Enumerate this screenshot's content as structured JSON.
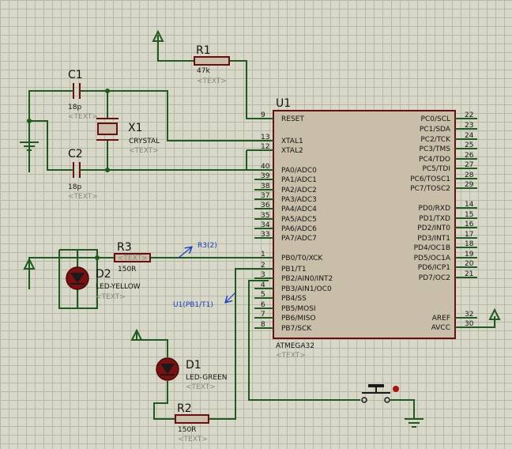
{
  "components": {
    "r1": {
      "ref": "R1",
      "value": "47k",
      "text": "<TEXT>"
    },
    "c1": {
      "ref": "C1",
      "value": "18p",
      "text": "<TEXT>"
    },
    "c2": {
      "ref": "C2",
      "value": "18p",
      "text": "<TEXT>"
    },
    "x1": {
      "ref": "X1",
      "value": "CRYSTAL",
      "text": "<TEXT>"
    },
    "r3": {
      "ref": "R3",
      "value": "150R",
      "text": "<TEXT>"
    },
    "d2": {
      "ref": "D2",
      "value": "LED-YELLOW",
      "text": "<TEXT>"
    },
    "d1": {
      "ref": "D1",
      "value": "LED-GREEN",
      "text": "<TEXT>"
    },
    "r2": {
      "ref": "R2",
      "value": "150R",
      "text": "<TEXT>"
    },
    "u1": {
      "ref": "U1",
      "value": "ATMEGA32",
      "text": "<TEXT>"
    }
  },
  "probes": {
    "r3_probe": "R3(2)",
    "u1_probe": "U1(PB1/T1)"
  },
  "u1_left_pins": [
    {
      "name": "RESET",
      "num": "9"
    },
    {
      "name": "XTAL1",
      "num": "13"
    },
    {
      "name": "XTAL2",
      "num": "12"
    },
    {
      "name": "PA0/ADC0",
      "num": "40"
    },
    {
      "name": "PA1/ADC1",
      "num": "39"
    },
    {
      "name": "PA2/ADC2",
      "num": "38"
    },
    {
      "name": "PA3/ADC3",
      "num": "37"
    },
    {
      "name": "PA4/ADC4",
      "num": "36"
    },
    {
      "name": "PA5/ADC5",
      "num": "35"
    },
    {
      "name": "PA6/ADC6",
      "num": "34"
    },
    {
      "name": "PA7/ADC7",
      "num": "33"
    },
    {
      "name": "PB0/T0/XCK",
      "num": "1"
    },
    {
      "name": "PB1/T1",
      "num": "2"
    },
    {
      "name": "PB2/AIN0/INT2",
      "num": "3"
    },
    {
      "name": "PB3/AIN1/OC0",
      "num": "4"
    },
    {
      "name": "PB4/SS",
      "num": "5"
    },
    {
      "name": "PB5/MOSI",
      "num": "6"
    },
    {
      "name": "PB6/MISO",
      "num": "7"
    },
    {
      "name": "PB7/SCK",
      "num": "8"
    }
  ],
  "u1_right_pins": [
    {
      "name": "PC0/SCL",
      "num": "22"
    },
    {
      "name": "PC1/SDA",
      "num": "23"
    },
    {
      "name": "PC2/TCK",
      "num": "24"
    },
    {
      "name": "PC3/TMS",
      "num": "25"
    },
    {
      "name": "PC4/TDO",
      "num": "26"
    },
    {
      "name": "PC5/TDI",
      "num": "27"
    },
    {
      "name": "PC6/TOSC1",
      "num": "28"
    },
    {
      "name": "PC7/TOSC2",
      "num": "29"
    },
    {
      "name": "PD0/RXD",
      "num": "14"
    },
    {
      "name": "PD1/TXD",
      "num": "15"
    },
    {
      "name": "PD2/INT0",
      "num": "16"
    },
    {
      "name": "PD3/INT1",
      "num": "17"
    },
    {
      "name": "PD4/OC1B",
      "num": "18"
    },
    {
      "name": "PD5/OC1A",
      "num": "19"
    },
    {
      "name": "PD6/ICP1",
      "num": "20"
    },
    {
      "name": "PD7/OC2",
      "num": "21"
    },
    {
      "name": "AREF",
      "num": "32"
    },
    {
      "name": "AVCC",
      "num": "30"
    }
  ]
}
